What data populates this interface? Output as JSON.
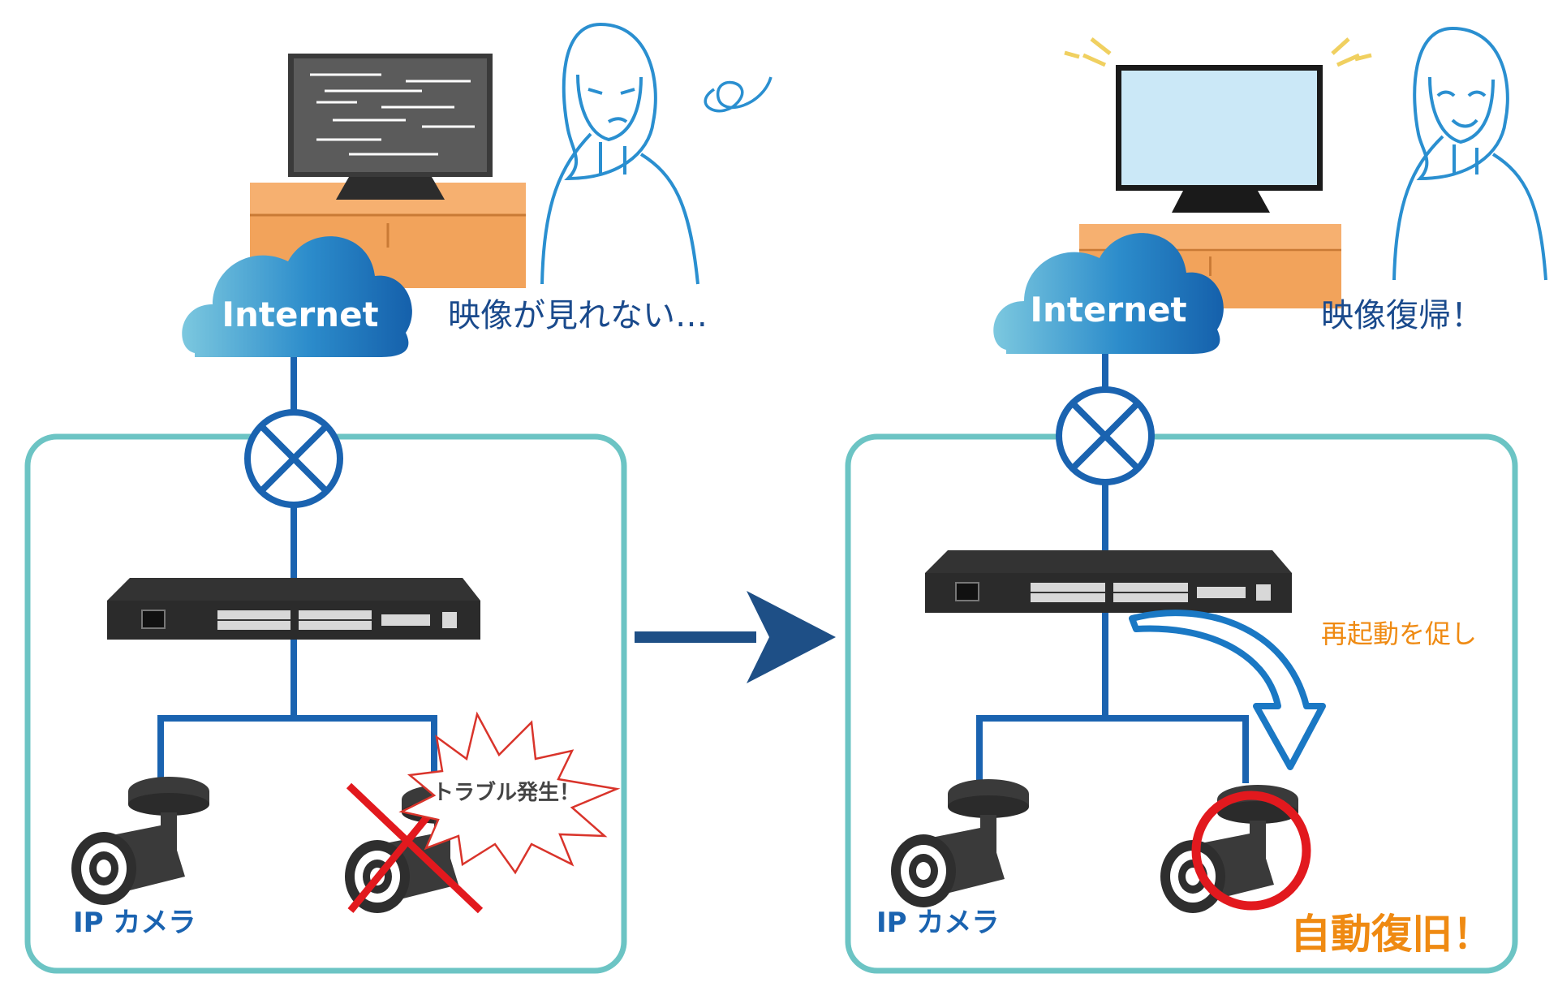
{
  "left": {
    "cloud_label": "Internet",
    "caption": "映像が見れない…",
    "trouble_label": "トラブル発生！",
    "camera_label": "IP カメラ"
  },
  "right": {
    "cloud_label": "Internet",
    "caption": "映像復帰！",
    "reboot_label": "再起動を促し",
    "camera_label": "IP カメラ",
    "recovered_label": "自動復旧！"
  },
  "colors": {
    "blue": "#1a63b0",
    "teal_frame": "#6cc4c4",
    "orange": "#ef8a12",
    "red": "#e2191e",
    "screen_dark": "#5b5b5b",
    "screen_light": "#cbe8f7",
    "furniture": "#f2a35b",
    "device": "#333333"
  },
  "icons": {
    "router": "router-icon",
    "switch": "poe-switch-icon",
    "camera": "ip-camera-icon",
    "monitor": "monitor-icon",
    "person": "person-icon"
  }
}
